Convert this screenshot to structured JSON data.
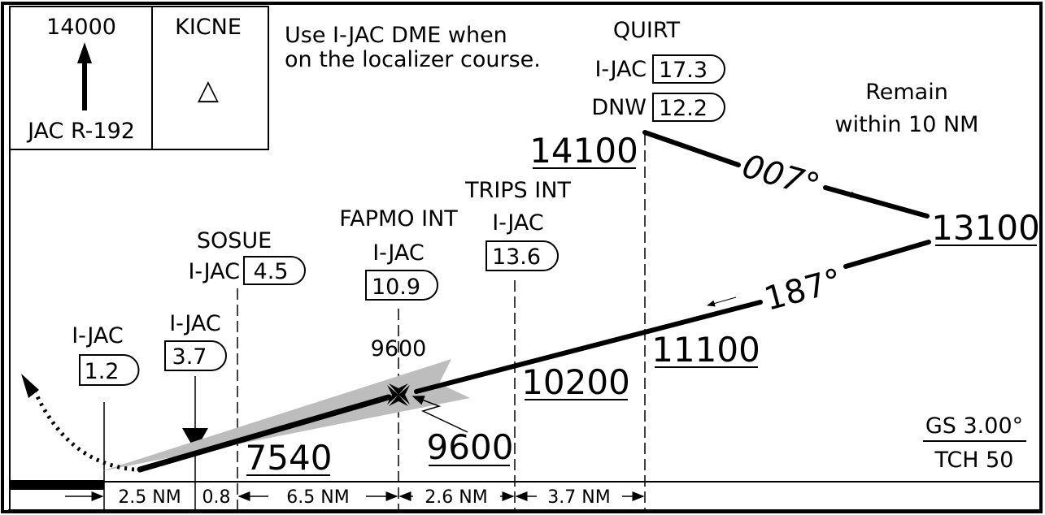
{
  "colors": {
    "ink": "#000000",
    "glideslope_shade": "#bdbdbd",
    "background": "#ffffff"
  },
  "msa_box": {
    "altitude": "14000",
    "radial": "JAC R-192"
  },
  "iaf_box": {
    "fix": "KICNE",
    "symbol": "△"
  },
  "note": {
    "line1": "Use I-JAC DME when",
    "line2": "on the localizer course."
  },
  "quirt": {
    "name": "QUIRT",
    "dme1_label": "I-JAC",
    "dme1_value": "17.3",
    "dme2_label": "DNW",
    "dme2_value": "12.2",
    "altitude": "14100"
  },
  "hold_note": {
    "line1": "Remain",
    "line2": "within 10 NM"
  },
  "courses": {
    "outbound": "007°",
    "inbound": "187°"
  },
  "turn_altitude": "13100",
  "trips": {
    "name": "TRIPS INT",
    "dme_label": "I-JAC",
    "dme_value": "13.6",
    "altitude": "10200"
  },
  "segment_altitude": "11100",
  "fapmo": {
    "name": "FAPMO INT",
    "dme_label": "I-JAC",
    "dme_value": "10.9",
    "gs_altitude": "9600",
    "altitude": "9600"
  },
  "sosue": {
    "name": "SOSUE",
    "dme_label": "I-JAC",
    "dme_value": "4.5",
    "altitude": "7540"
  },
  "fix_3_7": {
    "dme_label": "I-JAC",
    "dme_value": "3.7"
  },
  "fix_1_2": {
    "dme_label": "I-JAC",
    "dme_value": "1.2"
  },
  "glideslope": {
    "angle": "GS 3.00°",
    "tch": "TCH 50"
  },
  "distances": [
    "2.5 NM",
    "0.8",
    "6.5 NM",
    "2.6 NM",
    "3.7 NM"
  ]
}
